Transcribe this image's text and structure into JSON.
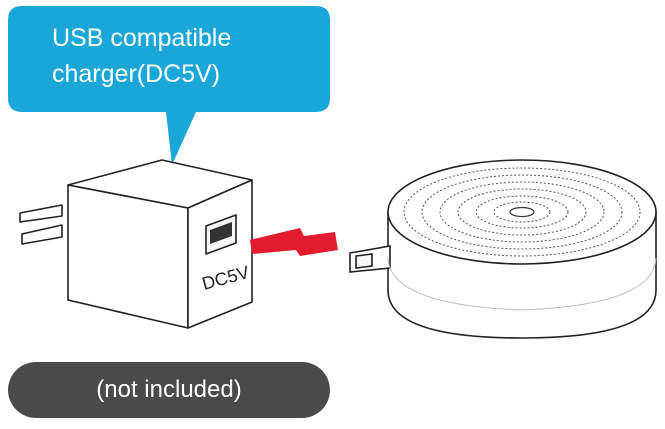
{
  "callout": {
    "line1": "USB compatible",
    "line2": "charger(DC5V)",
    "color": "#1aa7d8"
  },
  "charger": {
    "port_label": "DC5V",
    "icon": "usb-charger-icon"
  },
  "speaker": {
    "icon": "round-speaker-icon"
  },
  "connector": {
    "icon": "red-arrow-icon",
    "color": "#e21b2e"
  },
  "note": {
    "label": "(not included)",
    "color": "#4a4a4a"
  }
}
